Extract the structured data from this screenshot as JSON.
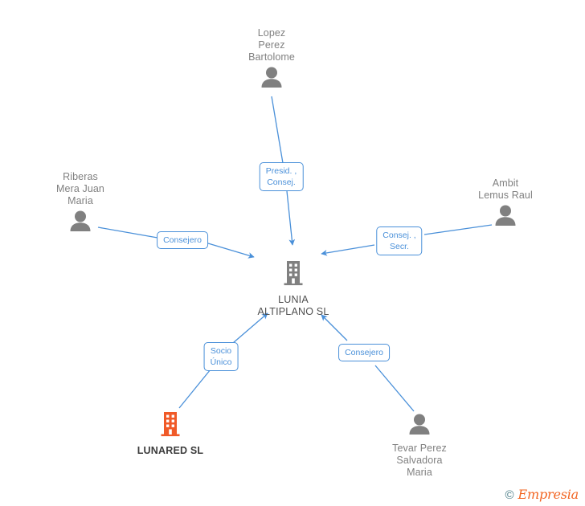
{
  "diagram": {
    "colors": {
      "edge": "#4a90d9",
      "label_border": "#4a90d9",
      "label_text": "#4a90d9",
      "person_icon": "#808080",
      "company_icon": "#808080",
      "company_icon_highlight": "#f05a28",
      "person_text": "#808080",
      "company_text": "#4f4f4f",
      "background": "#ffffff"
    },
    "nodes": [
      {
        "id": "lopez",
        "type": "person",
        "icon": "person-icon",
        "label": "Lopez\nPerez\nBartolome",
        "label_position": "top"
      },
      {
        "id": "riberas",
        "type": "person",
        "icon": "person-icon",
        "label": "Riberas\nMera Juan\nMaria",
        "label_position": "top"
      },
      {
        "id": "ambit",
        "type": "person",
        "icon": "person-icon",
        "label": "Ambit\nLemus Raul",
        "label_position": "top"
      },
      {
        "id": "lunia",
        "type": "company",
        "icon": "building-icon",
        "label": "LUNIA\nALTIPLANO SL",
        "label_position": "bottom",
        "highlight": false
      },
      {
        "id": "lunared",
        "type": "company",
        "icon": "building-icon",
        "label": "LUNARED SL",
        "label_position": "bottom",
        "highlight": true
      },
      {
        "id": "tevar",
        "type": "person",
        "icon": "person-icon",
        "label": "Tevar Perez\nSalvadora\nMaria",
        "label_position": "bottom"
      }
    ],
    "edges": [
      {
        "id": "edge-lopez-lunia",
        "from": "lopez",
        "to": "lunia",
        "label": "Presid. ,\nConsej."
      },
      {
        "id": "edge-riberas-lunia",
        "from": "riberas",
        "to": "lunia",
        "label": "Consejero"
      },
      {
        "id": "edge-ambit-lunia",
        "from": "ambit",
        "to": "lunia",
        "label": "Consej. ,\nSecr."
      },
      {
        "id": "edge-lunared-lunia",
        "from": "lunared",
        "to": "lunia",
        "label": "Socio\nÚnico"
      },
      {
        "id": "edge-tevar-lunia",
        "from": "tevar",
        "to": "lunia",
        "label": "Consejero"
      }
    ]
  },
  "watermark": {
    "copyright": "©",
    "brand": "Empresia"
  }
}
